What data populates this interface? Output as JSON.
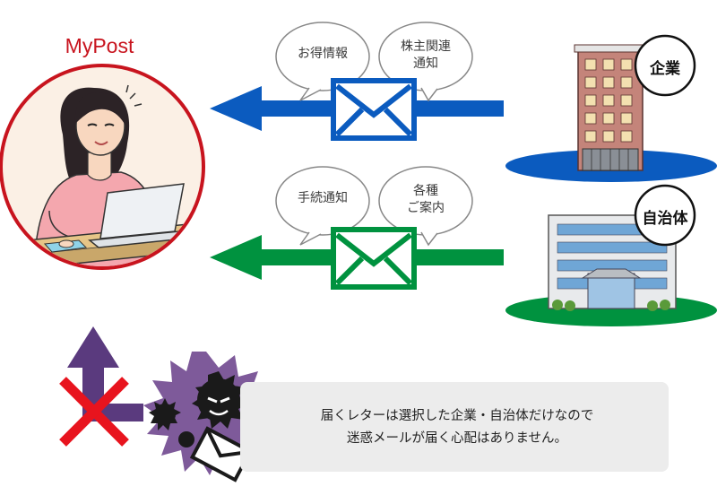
{
  "title": "MyPost",
  "senders": {
    "company": {
      "label": "企業",
      "bubbles": [
        "お得情報",
        "株主関連\n通知"
      ],
      "arrow_color": "#0b5bbf"
    },
    "municipality": {
      "label": "自治体",
      "bubbles": [
        "手続通知",
        "各種\nご案内"
      ],
      "arrow_color": "#00923f"
    }
  },
  "notice": {
    "line1": "届くレターは選択した企業・自治体だけなので",
    "line2": "迷惑メールが届く心配はありません。"
  },
  "colors": {
    "brand_red": "#c8141e",
    "blocked_arrow": "#5a3a7e",
    "blocked_x": "#e8141e",
    "spam_blob": "#7e5a9a"
  },
  "icons": [
    "envelope-icon",
    "building-icon",
    "woman-laptop-illustration",
    "virus-icon",
    "blocked-x-icon"
  ]
}
